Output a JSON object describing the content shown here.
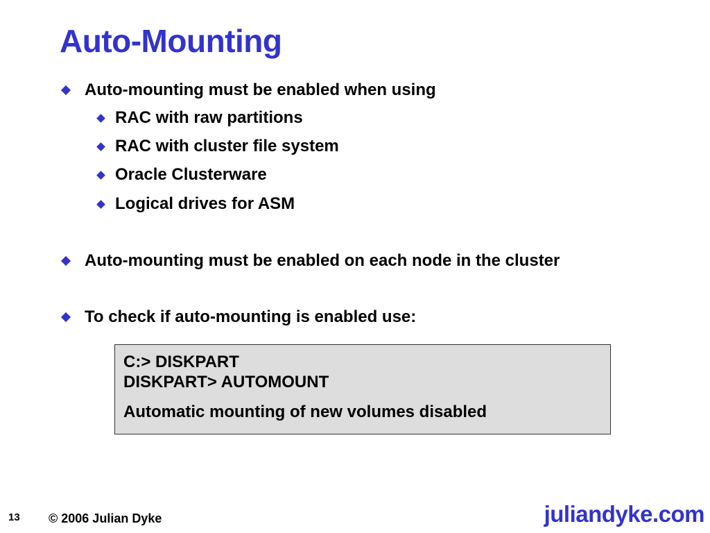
{
  "slide": {
    "title": "Auto-Mounting",
    "bullets": [
      {
        "text": "Auto-mounting must be enabled when using",
        "subitems": [
          "RAC with raw partitions",
          "RAC with cluster file system",
          "Oracle Clusterware",
          "Logical drives for ASM"
        ]
      },
      {
        "text": "Auto-mounting must be enabled on each node in the cluster"
      },
      {
        "text": "To check if auto-mounting is enabled use:"
      }
    ],
    "code_box": {
      "lines": [
        "C:> DISKPART",
        "DISKPART> AUTOMOUNT"
      ],
      "output": "Automatic mounting of new volumes disabled"
    }
  },
  "footer": {
    "page_number": "13",
    "copyright": "© 2006 Julian Dyke",
    "brand": "juliandyke.com"
  },
  "colors": {
    "accent": "#3333cc",
    "code_background": "#dddddd",
    "text": "#000000"
  },
  "icons": {
    "bullet": "diamond-bullet-icon"
  }
}
